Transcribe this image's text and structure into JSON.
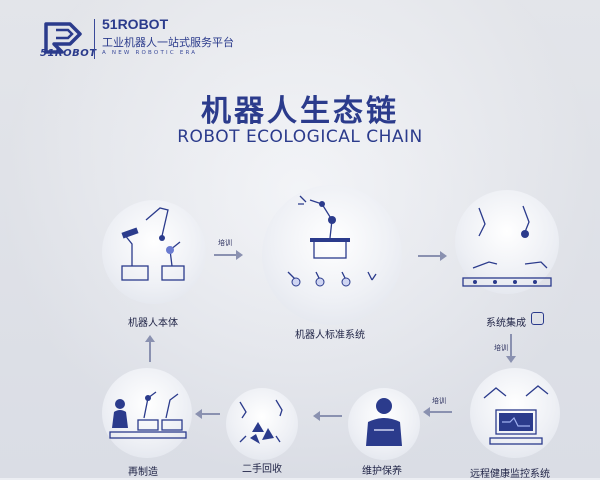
{
  "header": {
    "logo_text": "51ROBOT",
    "brand": "51ROBOT",
    "tagline": "工业机器人一站式服务平台",
    "tagline_en": "A NEW ROBOTIC ERA"
  },
  "title": {
    "cn": "机器人生态链",
    "en": "ROBOT ECOLOGICAL CHAIN"
  },
  "nodes": {
    "robot_body": "机器人本体",
    "standard_system": "机器人标准系统",
    "system_integration": "系统集成",
    "remote_monitoring": "远程健康监控系统",
    "maintenance": "维护保养",
    "recycling": "二手回收",
    "remanufacturing": "再制造"
  },
  "arrows": {
    "training_1": "培训",
    "training_2": "培训",
    "training_3": "培训"
  },
  "colors": {
    "primary": "#2b3b8c",
    "arrow": "#8a91b0"
  }
}
